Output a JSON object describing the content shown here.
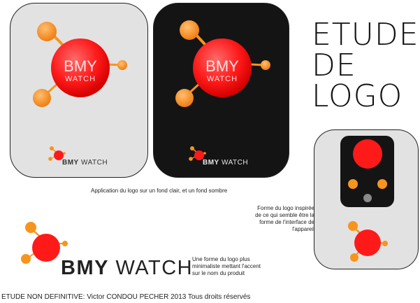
{
  "logo": {
    "brand_bold": "BMY",
    "brand_light": "WATCH",
    "bubble_line1": "BMY",
    "bubble_line2": "WATCH"
  },
  "title": {
    "line1": "ETUDE",
    "line2": "DE",
    "line3": "LOGO"
  },
  "captions": {
    "light_dark": "Application du logo sur un fond clair, et un fond sombre",
    "device": [
      "Forme du logo inspirée",
      "de ce qui semble être la",
      "forme de l'interface de",
      "l'appareil"
    ],
    "minimal": [
      "Une forme du logo plus",
      "minimaliste mettant l'accent",
      "sur le nom du produit"
    ]
  },
  "footer": "ETUDE NON DEFINITIVE: Victor CONDOU PECHER 2013 Tous droits réservés",
  "colors": {
    "red": "#ff1a1a",
    "orange": "#f7941d",
    "dark_bg": "#141414",
    "light_bg": "#e2e2e2"
  }
}
